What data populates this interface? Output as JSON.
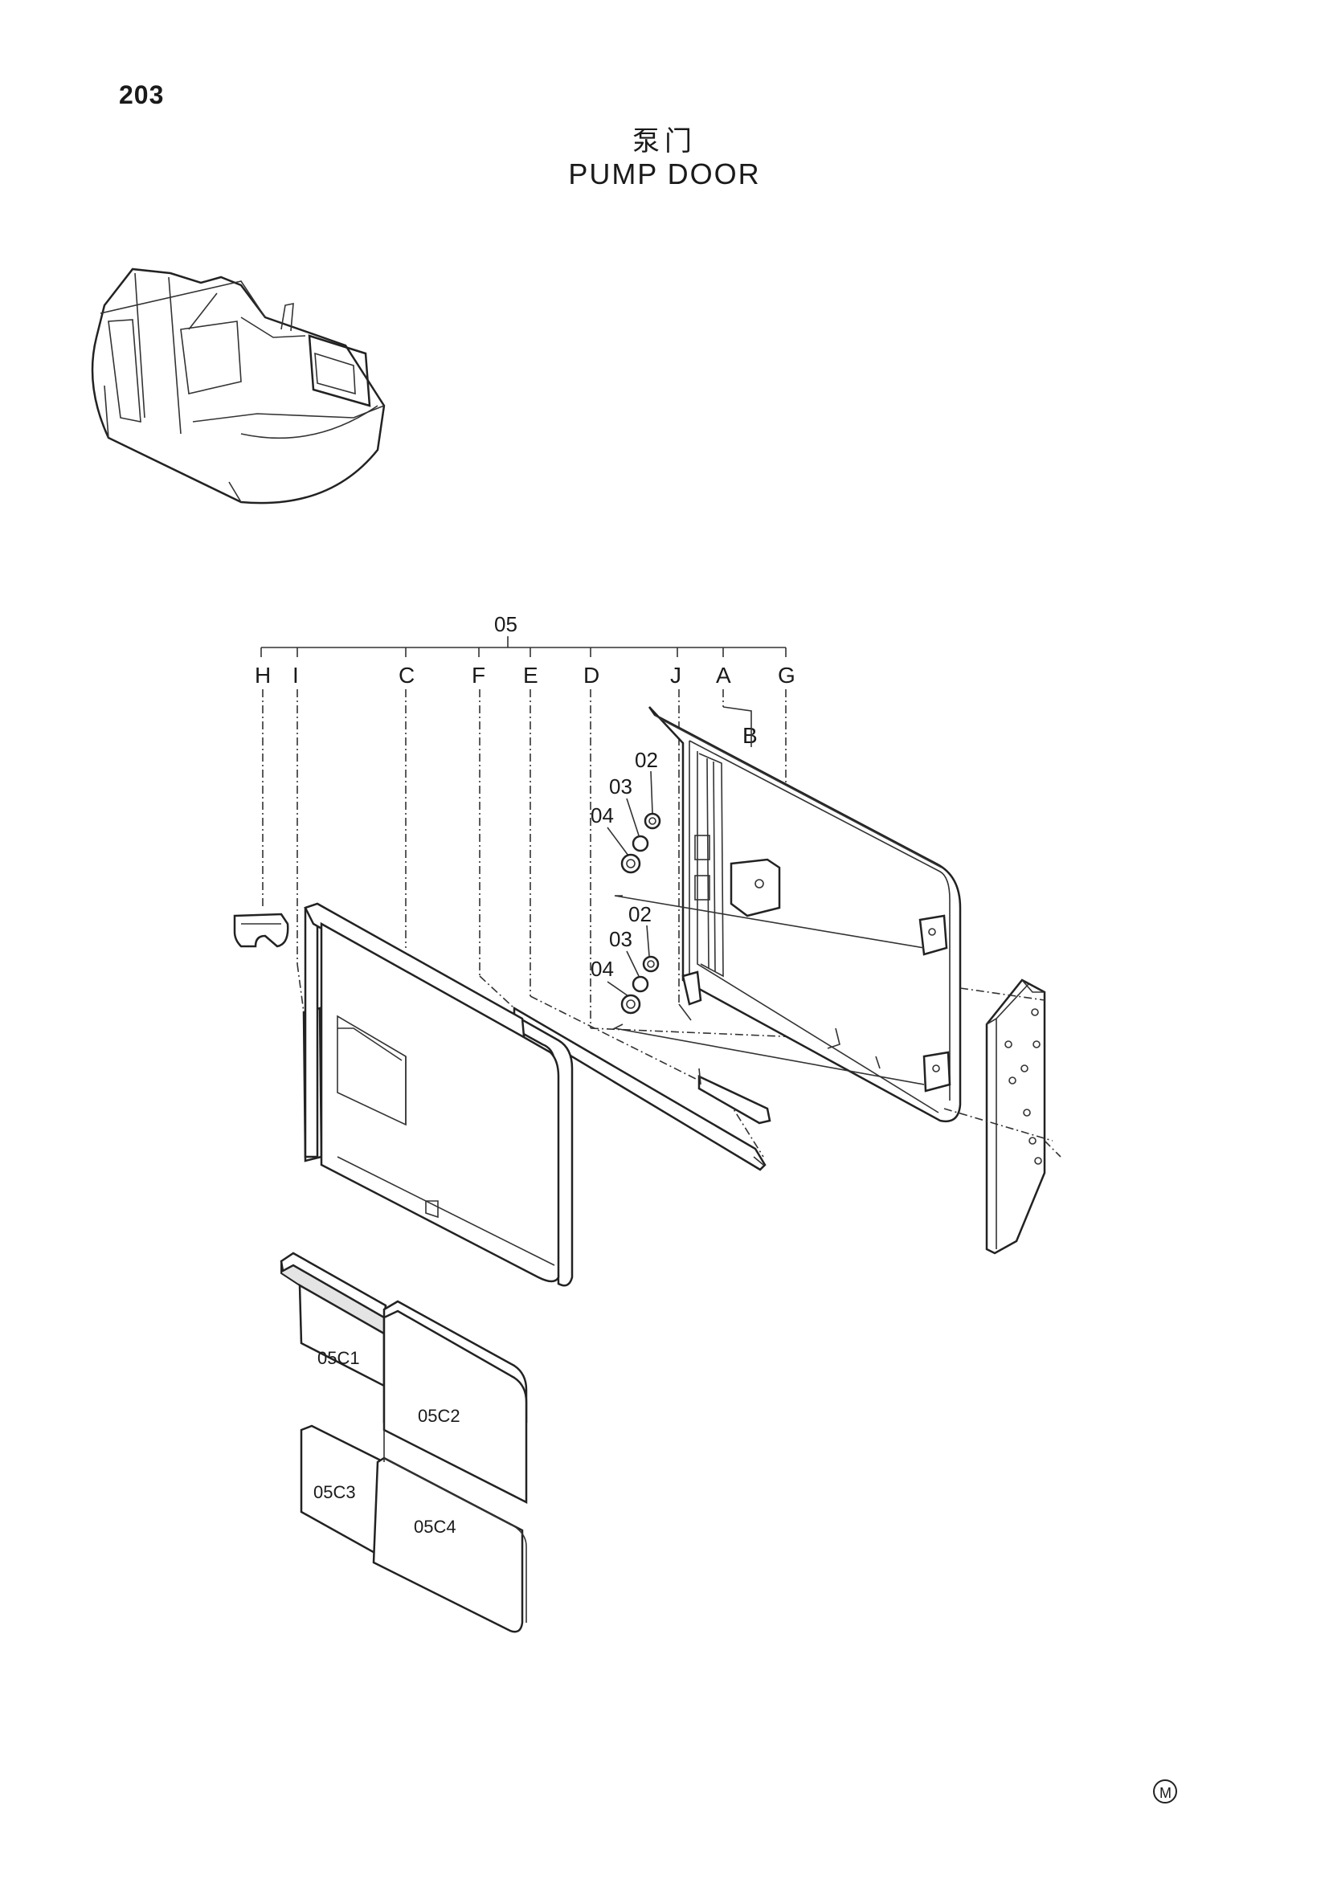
{
  "page": {
    "number": "203",
    "title_cn": "泵门",
    "title_en": "PUMP DOOR",
    "footer_mark": "M"
  },
  "callouts": {
    "assembly": "05",
    "letters": [
      "H",
      "I",
      "C",
      "F",
      "E",
      "D",
      "J",
      "A",
      "G",
      "B"
    ],
    "parts_upper": [
      "02",
      "03",
      "04"
    ],
    "parts_lower": [
      "02",
      "03",
      "04"
    ],
    "panels": [
      "05C1",
      "05C2",
      "05C3",
      "05C4"
    ]
  }
}
